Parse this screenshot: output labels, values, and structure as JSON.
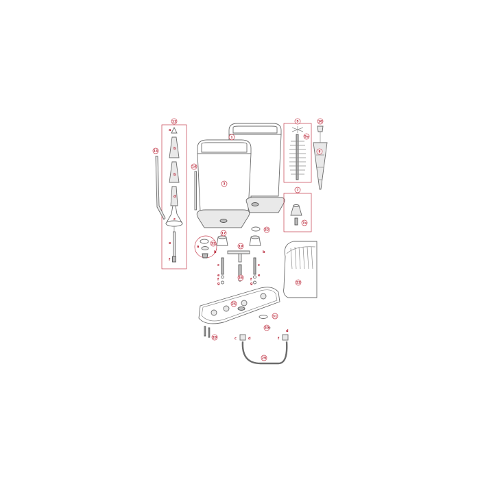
{
  "diagram": {
    "callouts": [
      {
        "id": "c11",
        "label": "11"
      },
      {
        "id": "c14a",
        "label": "14"
      },
      {
        "id": "c14b",
        "label": "14"
      },
      {
        "id": "c1",
        "label": "1"
      },
      {
        "id": "c3",
        "label": "3"
      },
      {
        "id": "c17",
        "label": "17"
      },
      {
        "id": "c32a",
        "label": "32"
      },
      {
        "id": "c32b",
        "label": "32"
      },
      {
        "id": "c5",
        "label": "5"
      },
      {
        "id": "c5a",
        "label": "5a"
      },
      {
        "id": "c10",
        "label": "10"
      },
      {
        "id": "c8",
        "label": "8"
      },
      {
        "id": "c7",
        "label": "7"
      },
      {
        "id": "c7a",
        "label": "7a"
      },
      {
        "id": "c19",
        "label": "19"
      },
      {
        "id": "c34",
        "label": "34"
      },
      {
        "id": "c23",
        "label": "23"
      },
      {
        "id": "c26",
        "label": "26"
      },
      {
        "id": "c31",
        "label": "31"
      },
      {
        "id": "c30",
        "label": "30"
      },
      {
        "id": "c28",
        "label": "28"
      },
      {
        "id": "c29",
        "label": "29"
      }
    ],
    "letters": {
      "rod_a": "a",
      "rod_b": "b",
      "rod_c": "c",
      "rod_d": "d",
      "rod_e": "e",
      "rod_f": "f",
      "ring_a": "a",
      "valveL_b": "b",
      "valveR_b": "b",
      "boltL_c": "c",
      "boltL_e": "e",
      "boltL_f": "f",
      "boltL_g": "g",
      "boltR_c": "c",
      "boltR_e": "e",
      "boltR_f": "f",
      "boltR_g": "g",
      "fitL_c": "c",
      "fitL_d": "d",
      "fitR_d": "d",
      "fitR_f": "f"
    }
  }
}
